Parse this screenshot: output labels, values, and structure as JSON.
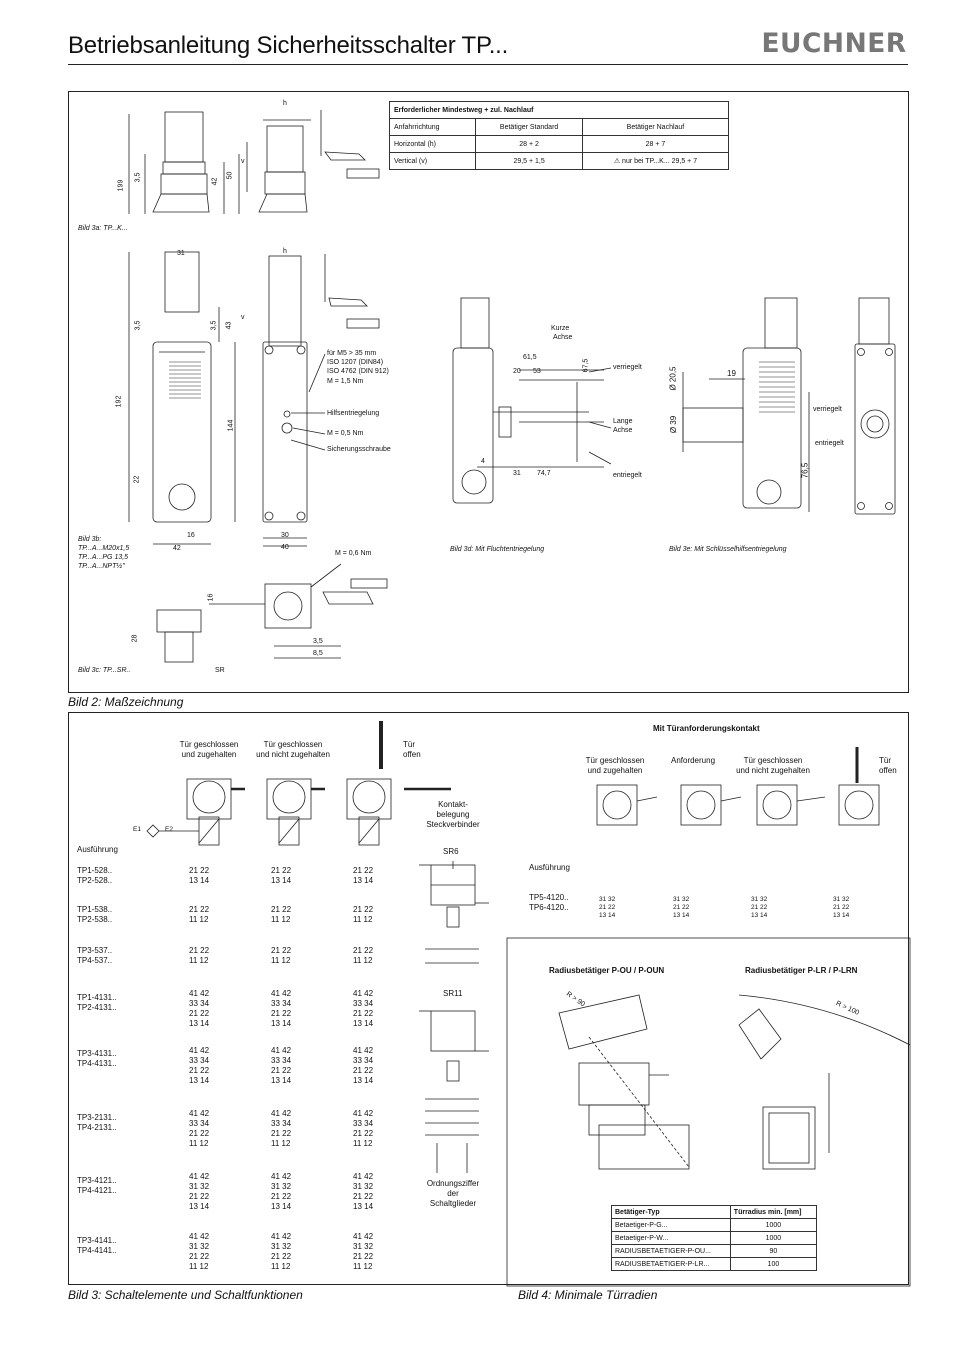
{
  "header": {
    "title": "Betriebsanleitung Sicherheitsschalter TP...",
    "brand": "EUCHNER"
  },
  "figure2": {
    "caption": "Bild 2: Maßzeichnung",
    "label_3a": "Bild 3a: TP...K...",
    "label_3b": [
      "Bild 3b:",
      "TP...A...M20x1,5",
      "TP...A...PG 13,5",
      "TP...A...NPT½\""
    ],
    "label_3c": "Bild 3c: TP...SR..",
    "label_3d": "Bild 3d: Mit Fluchtentriegelung",
    "label_3e": "Bild 3e: Mit Schlüsselhilfsentriegelung",
    "table": {
      "title": "Erforderlicher Mindestweg + zul. Nachlauf",
      "headers": [
        "Anfahrrichtung",
        "Betätiger Standard",
        "Betätiger Nachlauf"
      ],
      "rows": [
        [
          "Horizontal (h)",
          "28 + 2",
          "28 + 7"
        ],
        [
          "Vertical (v)",
          "29,5 + 1,5",
          "nur bei TP...K... 29,5 + 7"
        ]
      ]
    },
    "annotations": {
      "m5": "für M5 > 35 mm",
      "iso1": "ISO 1207 (DIN84)",
      "iso2": "ISO 4762 (DIN 912)",
      "torque1": "M = 1,5 Nm",
      "hilfs": "Hilfsentriegelung",
      "torque2": "M = 0,5 Nm",
      "sicherung": "Sicherungsschraube",
      "torque3": "M = 0,6 Nm",
      "sr": "SR",
      "kurze": "Kurze",
      "achse": "Achse",
      "lange": "Lange",
      "verriegelt": "verriegelt",
      "entriegelt": "entriegelt"
    },
    "dims": {
      "h": "h",
      "v": "v",
      "d199": "199",
      "d35": "3,5",
      "d42": "42",
      "d50": "50",
      "d31": "31",
      "d192": "192",
      "d43": "43",
      "d144": "144",
      "d22": "22",
      "d16": "16",
      "d42b": "42",
      "d30": "30",
      "d40": "40",
      "d16b": "16",
      "d28": "28",
      "d35b": "3,5",
      "d85": "8,5",
      "d615": "61,5",
      "d20": "20",
      "d53": "53",
      "d675": "67,5",
      "d4": "4",
      "d31b": "31",
      "d747": "74,7",
      "d205": "Ø 20,5",
      "d19": "19",
      "d39": "Ø 39",
      "d765": "76,5"
    }
  },
  "figure3": {
    "caption": "Bild 3: Schaltelemente und Schaltfunktionen",
    "col_headers": [
      "Tür geschlossen und zugehalten",
      "Tür geschlossen und nicht zugehalten",
      "Tür offen"
    ],
    "col_h1": [
      "Tür geschlossen",
      "und zugehalten"
    ],
    "col_h2": [
      "Tür geschlossen",
      "und nicht zugehalten"
    ],
    "col_h3": [
      "Tür",
      "offen"
    ],
    "kontakt": [
      "Kontakt-",
      "belegung",
      "Steckverbinder"
    ],
    "ausfuehrung": "Ausführung",
    "sr6": "SR6",
    "sr11": "SR11",
    "ordnung": [
      "Ordnungsziffer",
      "der",
      "Schaltglieder"
    ],
    "e1": "E1",
    "e2": "E2",
    "groups": [
      {
        "models": [
          "TP1-528..",
          "TP2-528.."
        ],
        "lines": [
          "21 22",
          "13 14"
        ]
      },
      {
        "models": [
          "TP1-538..",
          "TP2-538.."
        ],
        "lines": [
          "21 22",
          "11 12"
        ]
      },
      {
        "models": [
          "TP3-537..",
          "TP4-537.."
        ],
        "lines": [
          "21 22",
          "11 12"
        ]
      },
      {
        "models": [
          "TP1-4131..",
          "TP2-4131.."
        ],
        "lines": [
          "41 42",
          "33 34",
          "21 22",
          "13 14"
        ]
      },
      {
        "models": [
          "TP3-4131..",
          "TP4-4131.."
        ],
        "lines": [
          "41 42",
          "33 34",
          "21 22",
          "13 14"
        ]
      },
      {
        "models": [
          "TP3-2131..",
          "TP4-2131.."
        ],
        "lines": [
          "41 42",
          "33 34",
          "21 22",
          "11 12"
        ]
      },
      {
        "models": [
          "TP3-4121..",
          "TP4-4121.."
        ],
        "lines": [
          "41 42",
          "31 32",
          "21 22",
          "13 14"
        ]
      },
      {
        "models": [
          "TP3-4141..",
          "TP4-4141.."
        ],
        "lines": [
          "41 42",
          "31 32",
          "21 22",
          "11 12"
        ]
      }
    ],
    "turanf": {
      "title": "Mit Türanforderungskontakt",
      "headers": [
        "Tür geschlossen und zugehalten",
        "Anforderung",
        "Tür geschlossen und nicht zugehalten",
        "Tür offen"
      ],
      "h1": [
        "Tür geschlossen",
        "und zugehalten"
      ],
      "h2": [
        "Anforderung"
      ],
      "h3": [
        "Tür geschlossen",
        "und nicht zugehalten"
      ],
      "h4": [
        "Tür",
        "offen"
      ],
      "ausfuehrung": "Ausführung",
      "models": [
        "TP5-4120..",
        "TP6-4120.."
      ],
      "lines": [
        "31 32",
        "21 22",
        "13 14"
      ]
    }
  },
  "figure4": {
    "caption": "Bild 4: Minimale Türradien",
    "left_title": "Radiusbetätiger P-OU / P-OUN",
    "right_title": "Radiusbetätiger P-LR / P-LRN",
    "r90": "R > 90",
    "r100": "R > 100",
    "table": {
      "headers": [
        "Betätiger-Typ",
        "Türradius min. [mm]"
      ],
      "rows": [
        [
          "Betaetiger-P-G...",
          "1000"
        ],
        [
          "Betaetiger-P-W...",
          "1000"
        ],
        [
          "RADIUSBETAETIGER-P-OU...",
          "90"
        ],
        [
          "RADIUSBETAETIGER-P-LR...",
          "100"
        ]
      ]
    }
  }
}
